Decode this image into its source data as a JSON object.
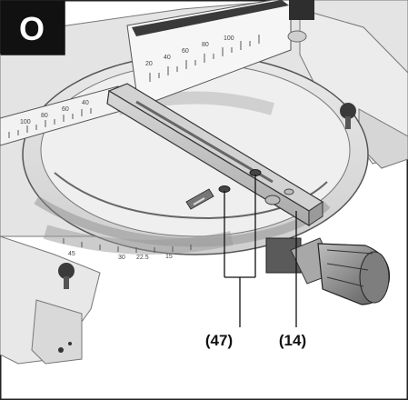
{
  "figure": {
    "badge_letter": "O",
    "callouts": [
      {
        "id": "47",
        "label": "(47)"
      },
      {
        "id": "14",
        "label": "(14)"
      }
    ],
    "fence_scale_labels": [
      "20",
      "40",
      "60",
      "80",
      "100"
    ],
    "left_scale_labels": [
      "100",
      "80",
      "60",
      "40"
    ],
    "table_scale_labels": [
      "45",
      "30",
      "22.5",
      "15"
    ]
  }
}
